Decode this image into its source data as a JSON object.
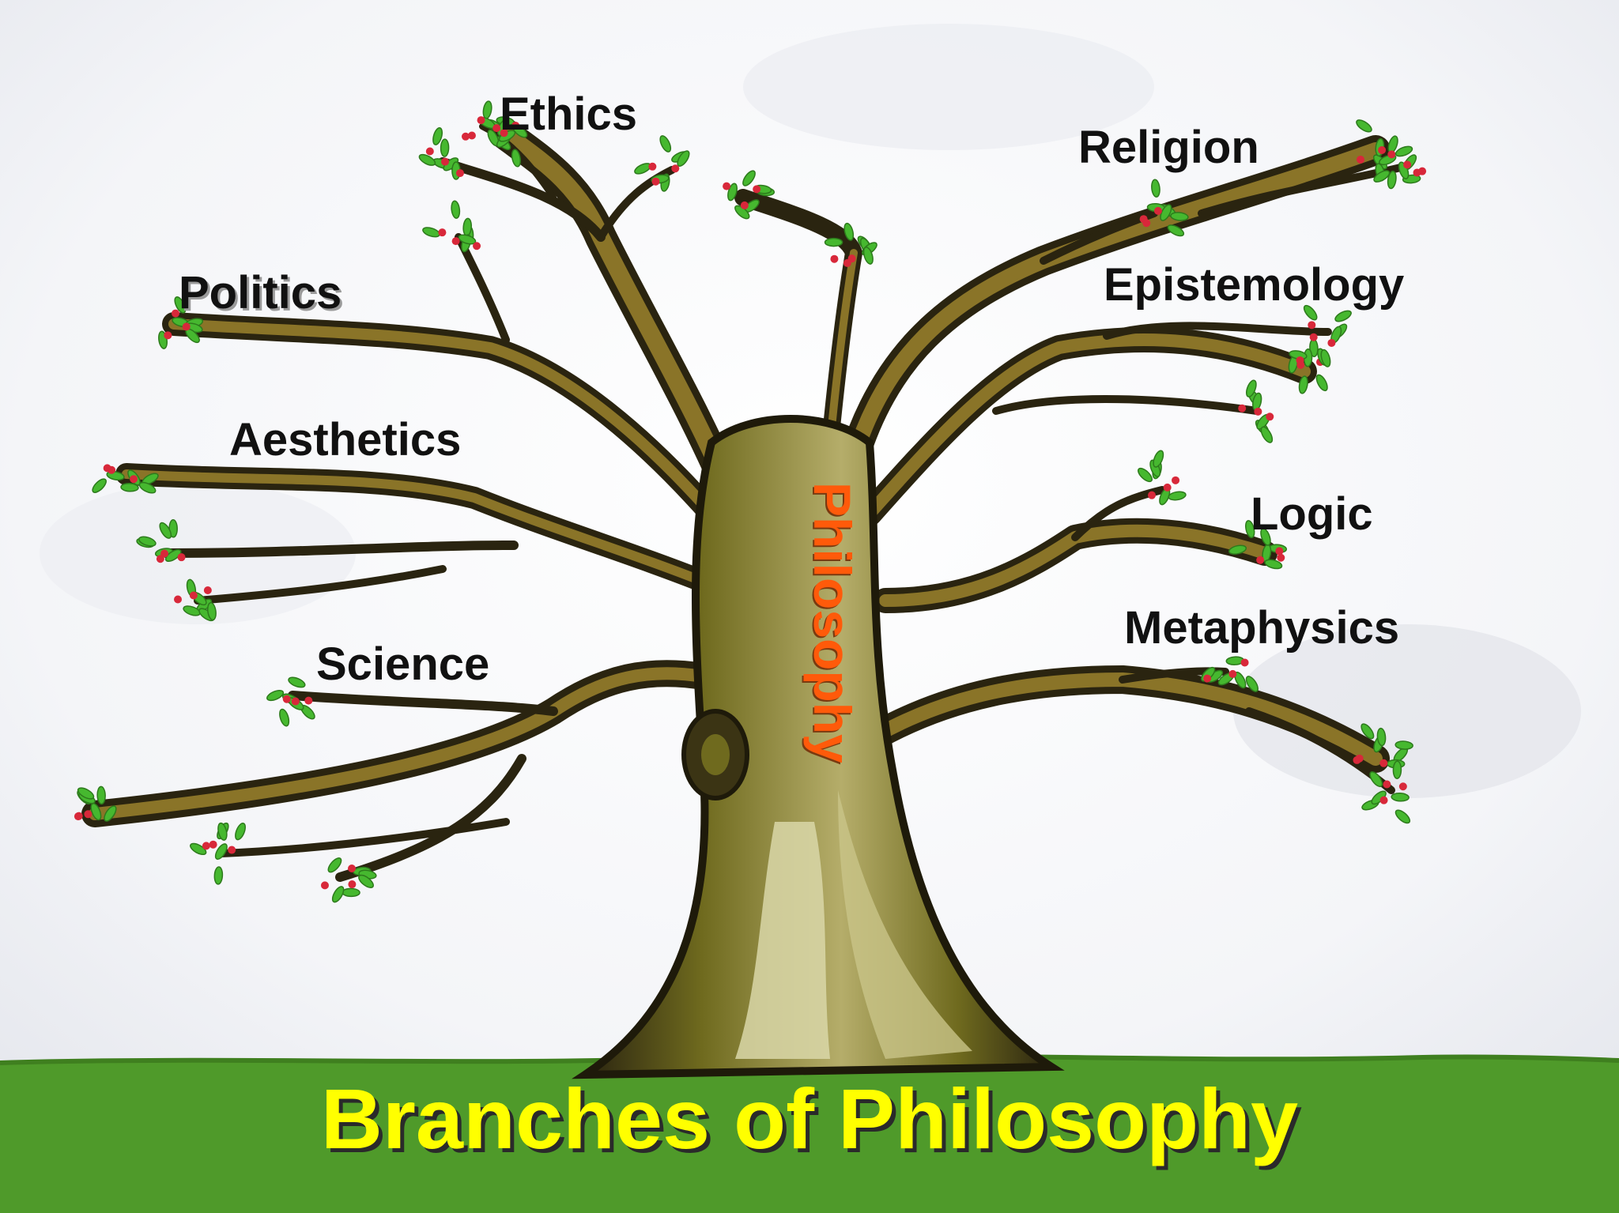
{
  "title": "Branches of Philosophy",
  "trunk_label": "Philosophy",
  "branches": {
    "ethics": "Ethics",
    "religion": "Religion",
    "politics": "Politics",
    "epistemology": "Epistemology",
    "aesthetics": "Aesthetics",
    "logic": "Logic",
    "metaphysics": "Metaphysics",
    "science": "Science"
  },
  "colors": {
    "ground": "#4f9a2a",
    "ground_dark": "#3f7f1f",
    "trunk_base": "#6f6a1e",
    "trunk_light": "#d9d7a8",
    "bark_dark": "#2a2410",
    "bark_mid": "#7c6a22",
    "leaf": "#46b82f",
    "blossom": "#d8283a",
    "title_text": "#ffff00",
    "trunk_text": "#ff5a0a",
    "label_text": "#111111"
  }
}
